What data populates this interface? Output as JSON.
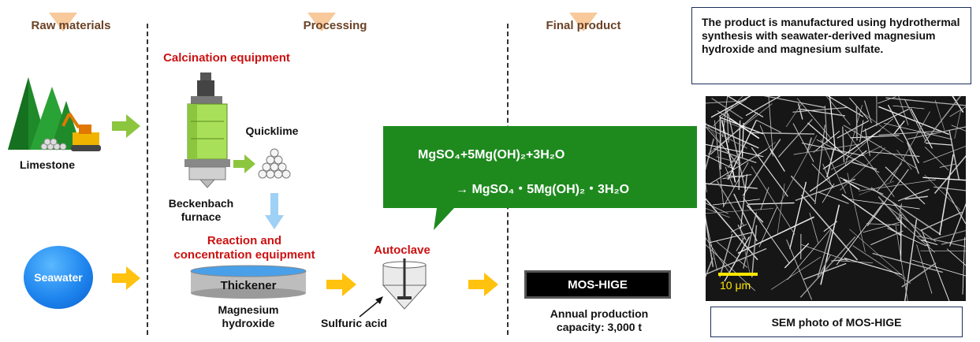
{
  "headers": {
    "raw_materials": "Raw materials",
    "processing": "Processing",
    "final_product": "Final product"
  },
  "labels": {
    "calcination": "Calcination equipment",
    "limestone": "Limestone",
    "quicklime": "Quicklime",
    "beckenbach_1": "Beckenbach",
    "beckenbach_2": "furnace",
    "reaction_1": "Reaction and",
    "reaction_2": "concentration equipment",
    "thickener": "Thickener",
    "mg_hydroxide_1": "Magnesium",
    "mg_hydroxide_2": "hydroxide",
    "autoclave": "Autoclave",
    "sulfuric_acid": "Sulfuric acid",
    "seawater": "Seawater",
    "product_name": "MOS-HIGE",
    "capacity_1": "Annual production",
    "capacity_2": "capacity: 3,000 t"
  },
  "equation": {
    "line1": "MgSO₄+5Mg(OH)₂+3H₂O",
    "line2": "→ MgSO₄・5Mg(OH)₂・3H₂O"
  },
  "info_text": "The product is manufactured using hydrothermal synthesis with seawater-derived magnesium hydroxide and magnesium sulfate.",
  "sem": {
    "scale_label": "10 μm",
    "caption": "SEM photo of MOS-HIGE"
  },
  "colors": {
    "header_text": "#6b4226",
    "header_triangle": "#f8c99a",
    "equipment_red": "#cc1111",
    "arrow_green": "#8cc63f",
    "arrow_yellow": "#ffc20e",
    "arrow_blue": "#9fd0f5",
    "bubble_green": "#1e8a1e",
    "seawater_blue": "#1f86ee"
  }
}
